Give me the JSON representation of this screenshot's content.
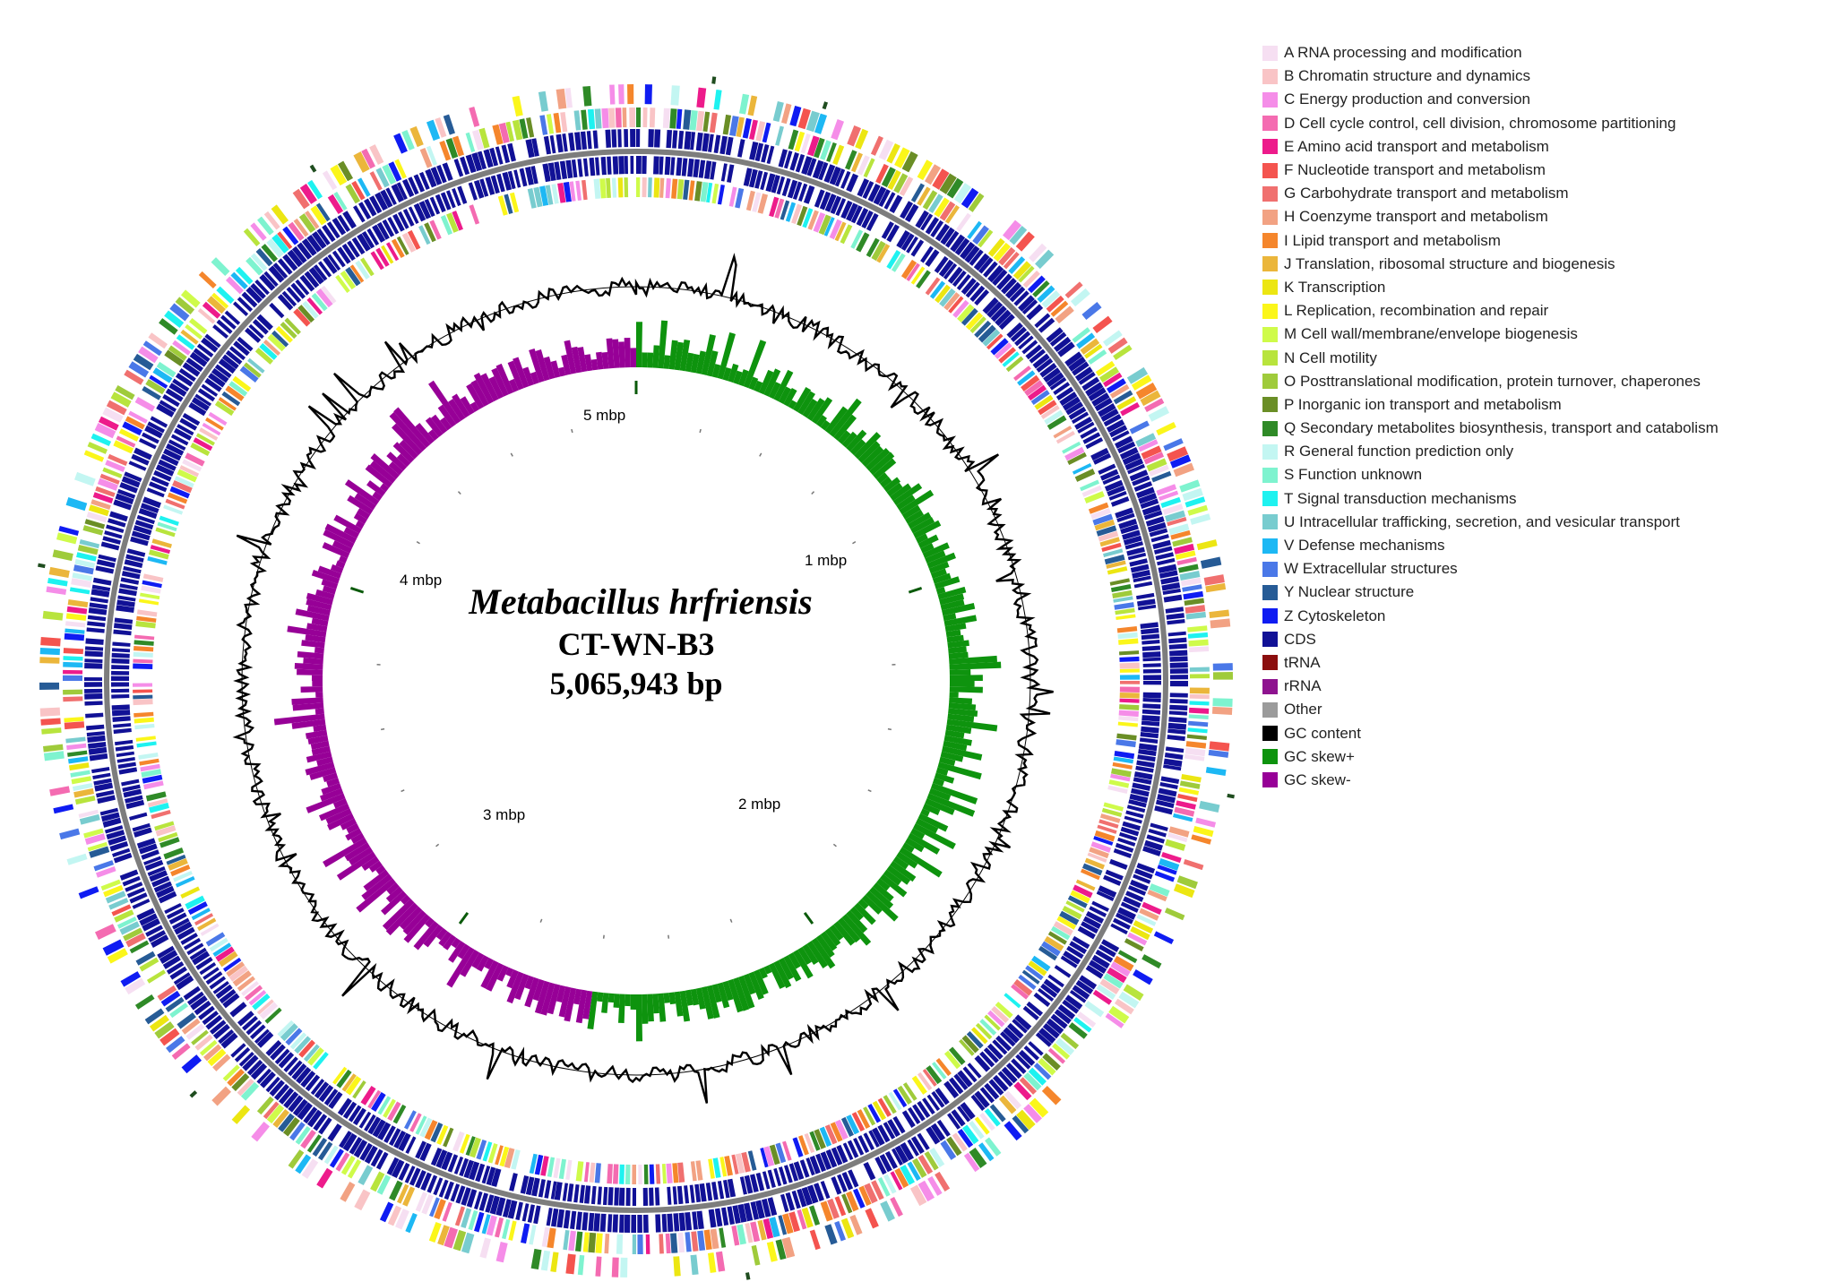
{
  "figure": {
    "organism_name": "Metabacillus hrfriensis",
    "strain": "CT-WN-B3",
    "genome_size": "5,065,943 bp"
  },
  "scale_labels": [
    "1 mbp",
    "2 mbp",
    "3 mbp",
    "4 mbp",
    "5 mbp"
  ],
  "legend": [
    {
      "label": "A RNA processing and modification",
      "color": "#f6dff2"
    },
    {
      "label": "B Chromatin structure and dynamics",
      "color": "#f9c4c6"
    },
    {
      "label": "C Energy production and conversion",
      "color": "#f58de8"
    },
    {
      "label": "D Cell cycle control, cell division, chromosome partitioning",
      "color": "#f46bb1"
    },
    {
      "label": "E Amino acid transport and metabolism",
      "color": "#ed1b8b"
    },
    {
      "label": "F Nucleotide transport and metabolism",
      "color": "#f4544f"
    },
    {
      "label": "G Carbohydrate transport and metabolism",
      "color": "#f0706f"
    },
    {
      "label": "H Coenzyme transport and metabolism",
      "color": "#f2a283"
    },
    {
      "label": "I Lipid transport and metabolism",
      "color": "#f5862c"
    },
    {
      "label": "J Translation, ribosomal structure and biogenesis",
      "color": "#ebb63b"
    },
    {
      "label": "K Transcription",
      "color": "#ece612"
    },
    {
      "label": "L Replication, recombination and repair",
      "color": "#fbf61a"
    },
    {
      "label": "M Cell wall/membrane/envelope biogenesis",
      "color": "#cffb4a"
    },
    {
      "label": "N Cell motility",
      "color": "#b8e43d"
    },
    {
      "label": "O Posttranslational modification, protein turnover, chaperones",
      "color": "#9fcb3b"
    },
    {
      "label": "P Inorganic ion transport and metabolism",
      "color": "#6a8e26"
    },
    {
      "label": "Q Secondary metabolites biosynthesis, transport and catabolism",
      "color": "#2f8a27"
    },
    {
      "label": "R General function prediction only",
      "color": "#c3f6f2"
    },
    {
      "label": "S Function unknown",
      "color": "#7ef3cf"
    },
    {
      "label": "T Signal transduction mechanisms",
      "color": "#1ef2f0"
    },
    {
      "label": "U Intracellular trafficking, secretion, and vesicular transport",
      "color": "#78cccf"
    },
    {
      "label": "V Defense mechanisms",
      "color": "#1db8f4"
    },
    {
      "label": "W Extracellular structures",
      "color": "#4a78e8"
    },
    {
      "label": "Y Nuclear structure",
      "color": "#265b96"
    },
    {
      "label": "Z Cytoskeleton",
      "color": "#0f1cf2"
    },
    {
      "label": "CDS",
      "color": "#111196"
    },
    {
      "label": "tRNA",
      "color": "#8b0e0e"
    },
    {
      "label": "rRNA",
      "color": "#8e138f"
    },
    {
      "label": "Other",
      "color": "#9b9b9b"
    },
    {
      "label": "GC content",
      "color": "#000000"
    },
    {
      "label": "GC skew+",
      "color": "#0e930e"
    },
    {
      "label": "GC skew-",
      "color": "#970097"
    }
  ]
}
